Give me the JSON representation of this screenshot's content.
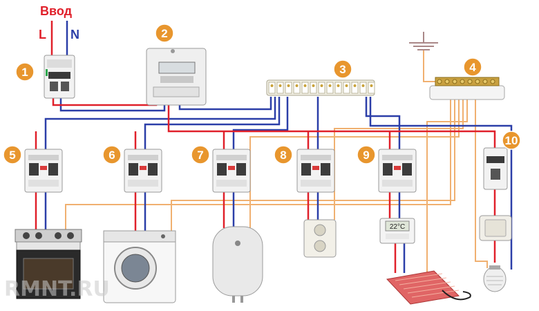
{
  "header": {
    "input_label": "Ввод",
    "phase_label": "L",
    "neutral_label": "N"
  },
  "badges": [
    "1",
    "2",
    "3",
    "4",
    "5",
    "6",
    "7",
    "8",
    "9",
    "10"
  ],
  "thermostat": {
    "display": "22°C"
  },
  "watermark": "RMNT.RU",
  "colors": {
    "phase": "#e0202a",
    "neutral": "#2b3ea8",
    "ground": "#f0b070",
    "badge": "#e8962e",
    "device": "#f2f2f2"
  },
  "icons": [
    "breaker-icon",
    "meter-icon",
    "terminal-block-icon",
    "ground-bus-icon",
    "rcd-icon",
    "stove-icon",
    "washing-machine-icon",
    "water-heater-icon",
    "socket-icon",
    "thermostat-icon",
    "heating-mat-icon",
    "light-switch-icon",
    "lamp-icon",
    "ground-icon"
  ]
}
